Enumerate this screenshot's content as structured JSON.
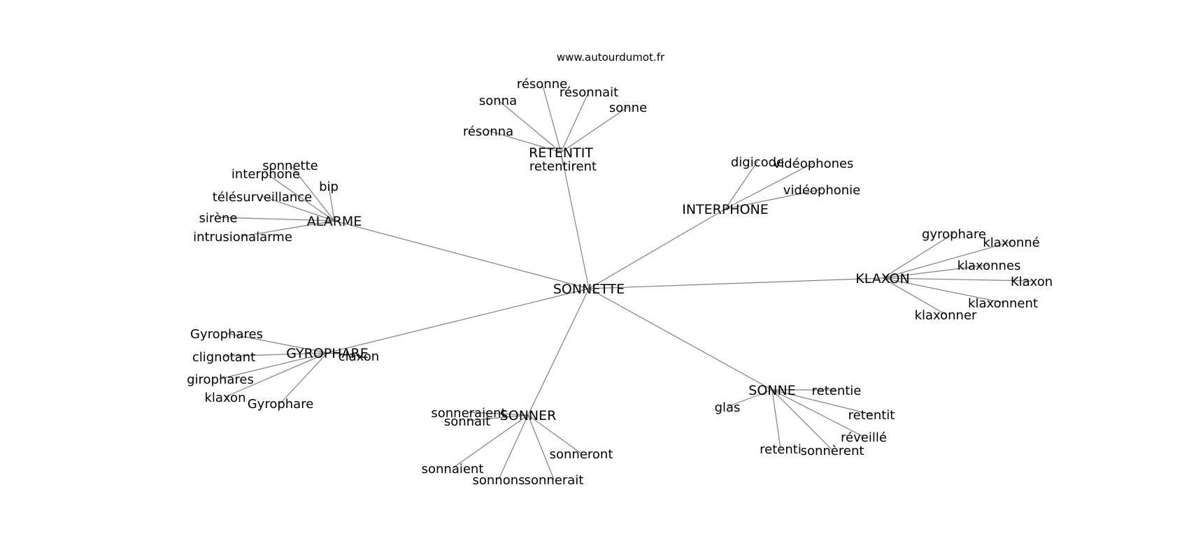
{
  "header": {
    "site": "www.autourdumot.fr"
  },
  "graph": {
    "center": "SONNETTE",
    "clusters": [
      {
        "hub": "RETENTIT",
        "words": [
          "sonna",
          "résonne",
          "résonnait",
          "sonne",
          "résonna",
          "retentirent"
        ]
      },
      {
        "hub": "ALARME",
        "words": [
          "sonnette",
          "interphone",
          "bip",
          "télésurveillance",
          "sirène",
          "intrusionalarme"
        ]
      },
      {
        "hub": "INTERPHONE",
        "words": [
          "digicode",
          "vidéophones",
          "vidéophonie"
        ]
      },
      {
        "hub": "KLAXON",
        "words": [
          "gyrophare",
          "klaxonné",
          "klaxonnes",
          "Klaxon",
          "klaxonnent",
          "klaxonner"
        ]
      },
      {
        "hub": "GYROPHARE",
        "words": [
          "Gyrophares",
          "clignotant",
          "claxon",
          "girophares",
          "klaxon",
          "Gyrophare"
        ]
      },
      {
        "hub": "SONNER",
        "words": [
          "sonneraient",
          "sonnait",
          "sonneront",
          "sonnaient",
          "sonnons",
          "sonnerait"
        ]
      },
      {
        "hub": "SONNE",
        "words": [
          "retentie",
          "glas",
          "retentit",
          "réveillé",
          "retenti",
          "sonnèrent"
        ]
      }
    ]
  }
}
